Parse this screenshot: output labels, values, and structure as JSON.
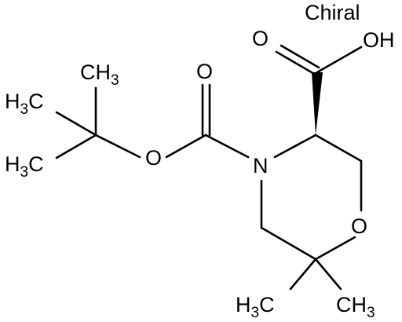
{
  "molecule": {
    "stereo_label": "Chiral",
    "atoms": {
      "c1": {
        "sym": "C",
        "sub": "H",
        "num": "3",
        "lead": ""
      },
      "c2": {
        "sym": "",
        "sub": "",
        "num": "",
        "lead": "H"
      },
      "c2b": {
        "sym": "C",
        "num": "3"
      },
      "c3": {
        "lead": "H",
        "sym": "C",
        "num": "3"
      },
      "o_ester": "O",
      "o_boc_carbonyl": "O",
      "n_ring": "N",
      "o_acid_carbonyl": "O",
      "oh_acid": "OH",
      "o_ring": "O",
      "c4": {
        "lead": "H",
        "sym": "C",
        "num": "3"
      },
      "c5": {
        "sym": "CH",
        "num": "3"
      }
    },
    "colors": {
      "ink": "#000000",
      "background": "#ffffff"
    }
  }
}
